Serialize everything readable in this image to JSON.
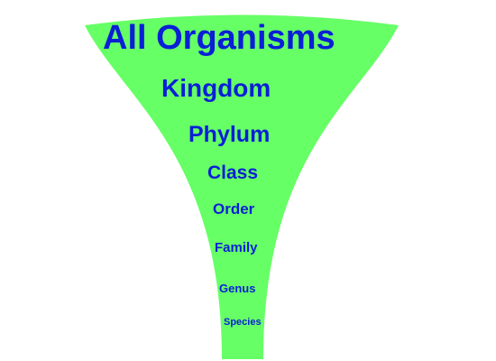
{
  "diagram": {
    "funnel_fill": "#66ff66",
    "text_color": "#0a1fd6",
    "levels": [
      {
        "label": "All Organisms"
      },
      {
        "label": "Kingdom"
      },
      {
        "label": "Phylum"
      },
      {
        "label": "Class"
      },
      {
        "label": "Order"
      },
      {
        "label": "Family"
      },
      {
        "label": "Genus"
      },
      {
        "label": "Species"
      }
    ]
  }
}
